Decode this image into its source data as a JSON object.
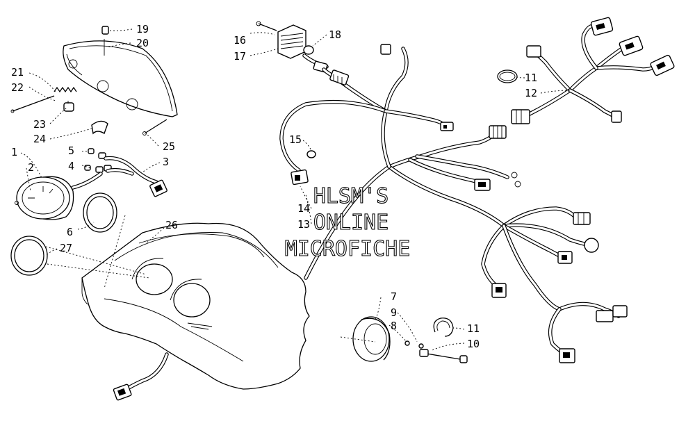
{
  "watermark": {
    "line1": "HLSM'S",
    "line2": "ONLINE",
    "line3": "MICROFICHE"
  },
  "callouts": [
    {
      "id": "c1",
      "text": "1"
    },
    {
      "id": "c2",
      "text": "2"
    },
    {
      "id": "c3",
      "text": "3"
    },
    {
      "id": "c4",
      "text": "4"
    },
    {
      "id": "c5",
      "text": "5"
    },
    {
      "id": "c6",
      "text": "6"
    },
    {
      "id": "c7",
      "text": "7"
    },
    {
      "id": "c8",
      "text": "8"
    },
    {
      "id": "c9",
      "text": "9"
    },
    {
      "id": "c10",
      "text": "10"
    },
    {
      "id": "c11a",
      "text": "11"
    },
    {
      "id": "c11b",
      "text": "11"
    },
    {
      "id": "c12",
      "text": "12"
    },
    {
      "id": "c13",
      "text": "13"
    },
    {
      "id": "c14",
      "text": "14"
    },
    {
      "id": "c15",
      "text": "15"
    },
    {
      "id": "c16",
      "text": "16"
    },
    {
      "id": "c17",
      "text": "17"
    },
    {
      "id": "c18",
      "text": "18"
    },
    {
      "id": "c19",
      "text": "19"
    },
    {
      "id": "c20",
      "text": "20"
    },
    {
      "id": "c21",
      "text": "21"
    },
    {
      "id": "c22",
      "text": "22"
    },
    {
      "id": "c23",
      "text": "23"
    },
    {
      "id": "c24",
      "text": "24"
    },
    {
      "id": "c25",
      "text": "25"
    },
    {
      "id": "c26",
      "text": "26"
    },
    {
      "id": "c27",
      "text": "27"
    }
  ]
}
